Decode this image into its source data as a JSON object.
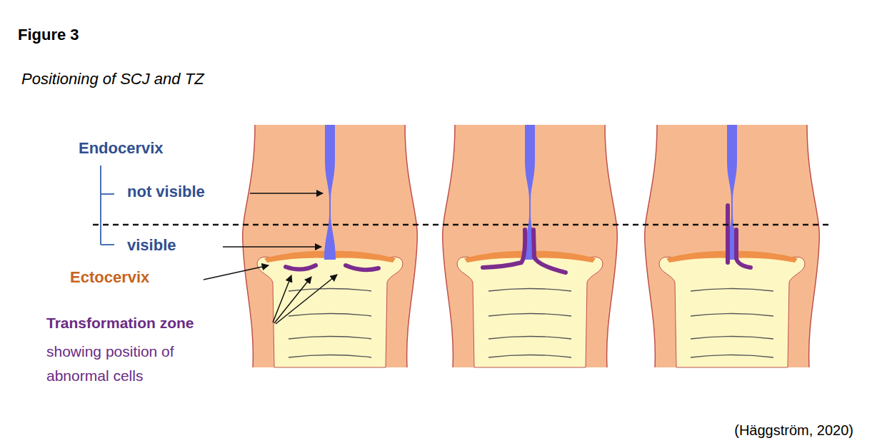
{
  "diagram": {
    "title": "Figure 3",
    "caption": "Positioning of SCJ and TZ",
    "labels": [
      "Endocervix",
      "not visible",
      "visible",
      "Ectocervix",
      "Transformation zone",
      "showing position of abnormal cells",
      "(Häggström, 2020)"
    ]
  }
}
